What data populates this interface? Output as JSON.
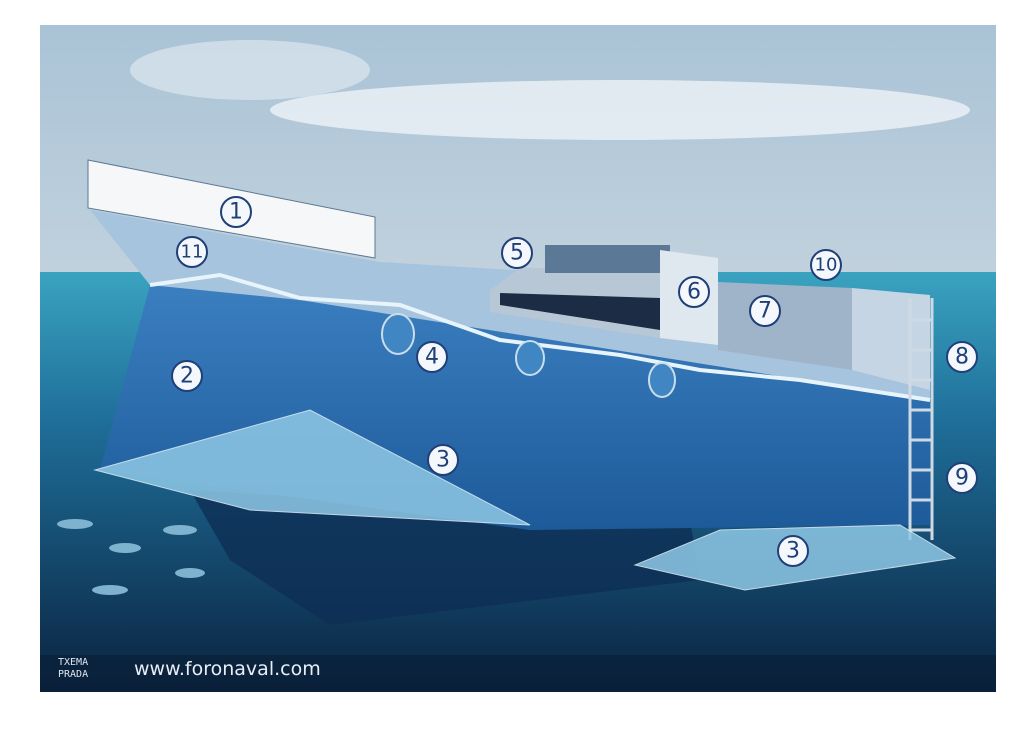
{
  "callouts": [
    {
      "number": "1",
      "name": "callout-1"
    },
    {
      "number": "11",
      "name": "callout-11"
    },
    {
      "number": "5",
      "name": "callout-5"
    },
    {
      "number": "10",
      "name": "callout-10"
    },
    {
      "number": "6",
      "name": "callout-6"
    },
    {
      "number": "7",
      "name": "callout-7"
    },
    {
      "number": "8",
      "name": "callout-8"
    },
    {
      "number": "4",
      "name": "callout-4"
    },
    {
      "number": "2",
      "name": "callout-2"
    },
    {
      "number": "3",
      "name": "callout-3-front"
    },
    {
      "number": "9",
      "name": "callout-9"
    },
    {
      "number": "3",
      "name": "callout-3-rear"
    }
  ],
  "footer": {
    "signature_line1": "TXEMA",
    "signature_line2": "PRADA",
    "website": "www.foronaval.com"
  },
  "colors": {
    "outline": "#1f3f78",
    "sea_deep": "#0c2a4a",
    "hull": "#8fb3d6"
  }
}
